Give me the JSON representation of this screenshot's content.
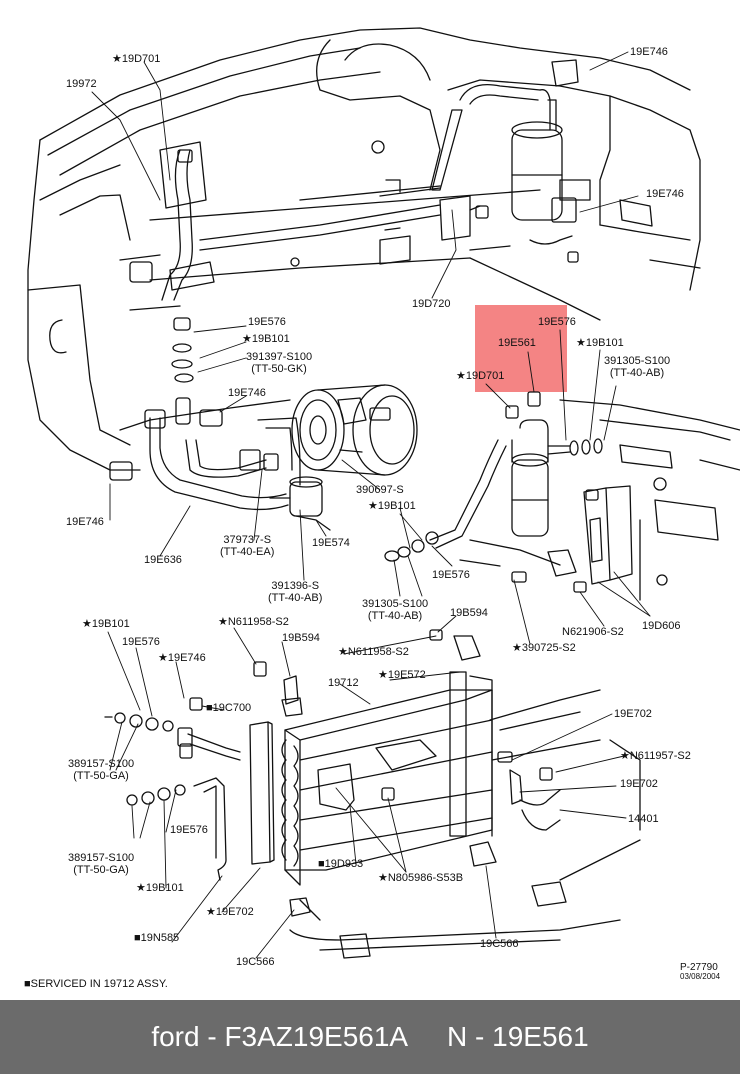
{
  "labels": {
    "l1": "★19D701",
    "l2": "19972",
    "l3": "19E746",
    "l4": "19E746",
    "l5": "19D720",
    "l6": "19E576",
    "l7": "★19B101",
    "l8": "391397-S100",
    "l8b": "(TT-50-GK)",
    "l9": "19E746",
    "l10": "19E746",
    "l11": "19E636",
    "l12": "379737-S",
    "l12b": "(TT-40-EA)",
    "l13": "19E574",
    "l14": "390697-S",
    "l15": "391396-S",
    "l15b": "(TT-40-AB)",
    "l16": "19E576",
    "l17": "19E561",
    "l18": "★19D701",
    "l19": "★19B101",
    "l20": "391305-S100",
    "l20b": "(TT-40-AB)",
    "l21": "★19B101",
    "l22": "19E576",
    "l23": "391305-S100",
    "l23b": "(TT-40-AB)",
    "l24": "19B594",
    "l25": "★390725-S2",
    "l26": "N621906-S2",
    "l27": "19D606",
    "l28": "★19B101",
    "l29": "19E576",
    "l30": "★N611958-S2",
    "l31": "★19E746",
    "l32": "19B594",
    "l33": "★N611958-S2",
    "l34": "■19C700",
    "l35": "19712",
    "l36": "★19E572",
    "l37": "389157-S100",
    "l37b": "(TT-50-GA)",
    "l38": "19E576",
    "l39": "389157-S100",
    "l39b": "(TT-50-GA)",
    "l40": "★19B101",
    "l41": "★19E702",
    "l42": "■19N585",
    "l43": "19C566",
    "l44": "■19D933",
    "l45": "★N805986-S53B",
    "l46": "19C566",
    "l47": "19E702",
    "l48": "★N611957-S2",
    "l49": "19E702",
    "l50": "14401"
  },
  "note": "■SERVICED IN 19712 ASSY.",
  "figure_number": "P-27790",
  "figure_date": "03/08/2004",
  "footer": {
    "left": "ford - F3AZ19E561A",
    "right": "N - 19E561"
  },
  "colors": {
    "highlight": "#f26f6f",
    "footer_bg": "#6b6b6b",
    "footer_text": "#ffffff"
  }
}
